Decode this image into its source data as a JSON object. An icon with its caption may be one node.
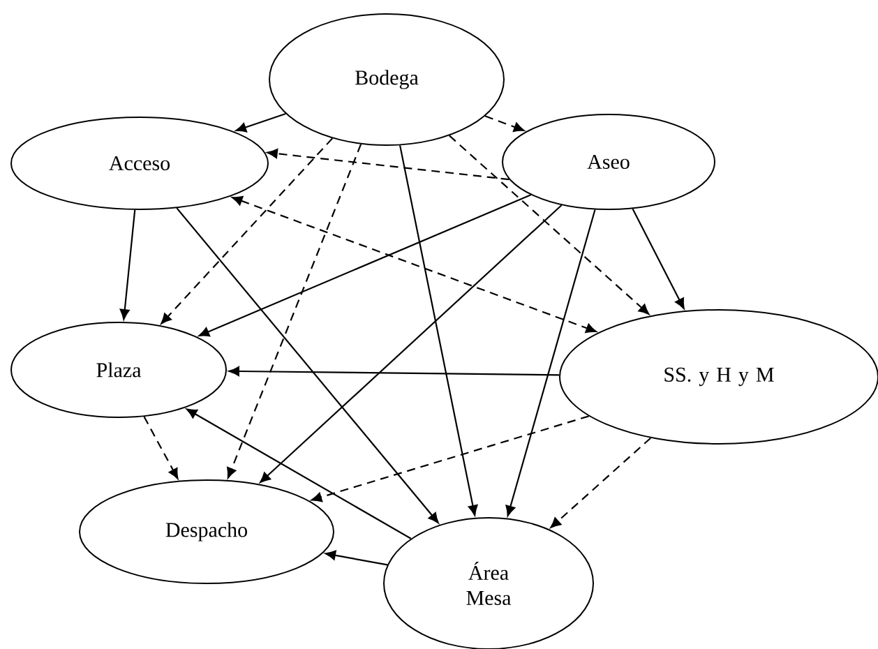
{
  "diagram": {
    "nodes": [
      {
        "text": [
          "Bodega"
        ]
      },
      {
        "text": [
          "Acceso"
        ]
      },
      {
        "text": [
          "Aseo"
        ]
      },
      {
        "text": [
          "Plaza"
        ]
      },
      {
        "text": [
          "SS. y H y M"
        ]
      },
      {
        "text": [
          "Despacho"
        ]
      },
      {
        "text": [
          "Área Mesa"
        ]
      }
    ],
    "edges": [
      {
        "from": 0,
        "to": 1,
        "arrow": "to"
      },
      {
        "from": 0,
        "to": 2,
        "arrow": "to",
        "style": "dashed"
      },
      {
        "from": 2,
        "to": 1,
        "arrow": "to",
        "style": "dashed"
      },
      {
        "from": 0,
        "to": 3,
        "arrow": "to",
        "style": "dashed"
      },
      {
        "from": 0,
        "to": 5,
        "arrow": "to",
        "style": "dashed"
      },
      {
        "from": 0,
        "to": 6,
        "arrow": "to"
      },
      {
        "from": 0,
        "to": 4,
        "arrow": "to",
        "style": "dashed"
      },
      {
        "from": 1,
        "to": 3,
        "arrow": "to"
      },
      {
        "from": 1,
        "to": 6,
        "arrow": "to"
      },
      {
        "from": 1,
        "to": 4,
        "arrow": "both",
        "style": "dashed"
      },
      {
        "from": 2,
        "to": 3,
        "arrow": "to"
      },
      {
        "from": 2,
        "to": 5,
        "arrow": "to"
      },
      {
        "from": 2,
        "to": 6,
        "arrow": "to"
      },
      {
        "from": 2,
        "to": 4,
        "arrow": "to"
      },
      {
        "from": 4,
        "to": 3,
        "arrow": "to"
      },
      {
        "from": 6,
        "to": 3,
        "arrow": "to"
      },
      {
        "from": 4,
        "to": 5,
        "arrow": "to",
        "style": "dashed"
      },
      {
        "from": 4,
        "to": 6,
        "arrow": "to",
        "style": "dashed"
      },
      {
        "from": 3,
        "to": 5,
        "arrow": "to",
        "style": "dashed"
      },
      {
        "from": 6,
        "to": 5,
        "arrow": "to"
      }
    ]
  }
}
